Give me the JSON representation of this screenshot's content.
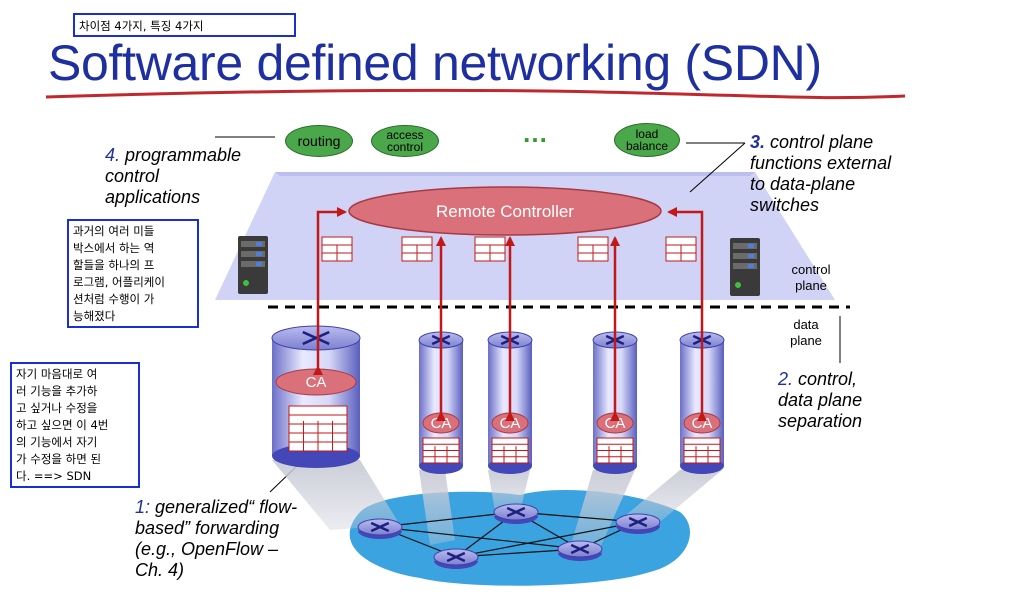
{
  "top_note": "차이점 4가지, 특징 4가지",
  "title": "Software defined networking (SDN)",
  "label_apps": {
    "num": "4.",
    "text": " programmable\ncontrol\napplications"
  },
  "label_external": {
    "num": "3.",
    "text": " control plane\nfunctions external\nto data-plane\nswitches"
  },
  "label_separation": {
    "num": "2.",
    "text": " control,\ndata plane\nseparation"
  },
  "label_flow": {
    "num": "1:",
    "text": " generalized“ flow-\nbased” forwarding\n(e.g., OpenFlow –\nCh. 4)"
  },
  "apps": [
    "routing",
    "access\ncontrol",
    "load\nbalance"
  ],
  "ellipsis": "…",
  "remote_controller": "Remote Controller",
  "ca_label": "CA",
  "control_plane": "control\nplane",
  "data_plane": "data\nplane",
  "note_middlebox": "과거의 여러 미들\n박스에서 하는 역\n할들을 하나의 프\n로그램, 어플리케이\n션처럼 수행이 가\n능해졌다",
  "note_sdn": "자기 마음대로 여\n러 기능을 추가하\n고 싶거나 수정을\n하고 싶으면 이 4번\n의 기능에서 자기\n가 수정을 하면 된\n다. ==> SDN",
  "colors": {
    "title": "#1e2fa0",
    "app_green": "#4aa74a",
    "controller": "#d9707a",
    "plane": "#c8cbf3",
    "arrow": "#c21818",
    "network": "#3aa3e0",
    "note_border": "#1a2fd0"
  }
}
